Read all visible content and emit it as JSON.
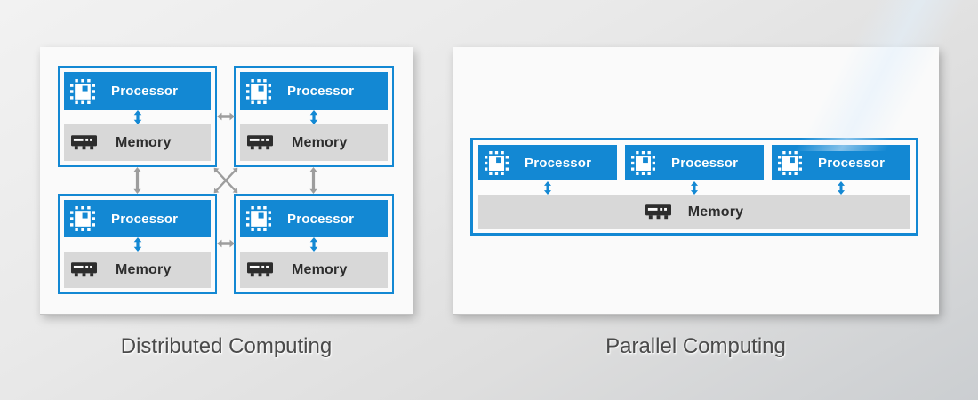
{
  "labels": {
    "processor": "Processor",
    "memory": "Memory"
  },
  "panels": [
    {
      "caption": "Distributed Computing",
      "nodes": [
        {
          "processor": "Processor",
          "memory": "Memory"
        },
        {
          "processor": "Processor",
          "memory": "Memory"
        },
        {
          "processor": "Processor",
          "memory": "Memory"
        },
        {
          "processor": "Processor",
          "memory": "Memory"
        }
      ],
      "connectors": [
        "horizontal-double-arrow-top",
        "horizontal-double-arrow-bottom",
        "vertical-double-arrow-left",
        "vertical-double-arrow-right",
        "cross-diagonal-double-arrows"
      ]
    },
    {
      "caption": "Parallel Computing",
      "processors": [
        "Processor",
        "Processor",
        "Processor"
      ],
      "memory": "Memory"
    }
  ],
  "icons": {
    "processor": "chip-icon",
    "memory": "ram-icon",
    "processor_memory_link": "blue-double-arrow-icon",
    "node_link": "gray-double-arrow-icon"
  },
  "colors": {
    "accent_blue": "#1388d3",
    "memory_gray": "#d8d8d8",
    "connector_gray": "#9d9d9d",
    "dark_text": "#2d2d2d",
    "caption_text": "#4a4a4a",
    "card_background": "#fafafa"
  }
}
